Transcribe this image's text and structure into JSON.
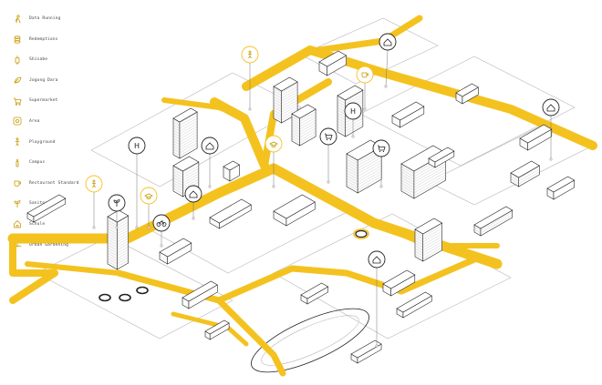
{
  "palette": {
    "road": "#F4C21F",
    "line": "#222222",
    "light_line": "#b8b8b8",
    "building_fill": "#ffffff",
    "background": "#ffffff"
  },
  "legend": {
    "items": [
      {
        "label": "Data Running",
        "icon": "runner-icon"
      },
      {
        "label": "Redemptions",
        "icon": "coin-stack-icon"
      },
      {
        "label": "Shisabe",
        "icon": "lantern-icon"
      },
      {
        "label": "Jogong Dara",
        "icon": "leaf-icon"
      },
      {
        "label": "Supermarket",
        "icon": "shopping-cart-icon"
      },
      {
        "label": "Area",
        "icon": "target-icon"
      },
      {
        "label": "Playground",
        "icon": "figure-icon"
      },
      {
        "label": "Campus",
        "icon": "candle-icon"
      },
      {
        "label": "Restaurant Standard",
        "icon": "cup-icon"
      },
      {
        "label": "Sanitorial",
        "icon": "plant-icon"
      },
      {
        "label": "Schule",
        "icon": "house-icon"
      },
      {
        "label": "Urban Gardening",
        "icon": "hands-icon"
      }
    ]
  },
  "map_pins": [
    {
      "name": "house-pin",
      "symbol": "house"
    },
    {
      "name": "hospital-pin",
      "symbol": "H"
    },
    {
      "name": "shopping-cart-pin",
      "symbol": "cart"
    },
    {
      "name": "bicycle-pin",
      "symbol": "bike"
    },
    {
      "name": "gardening-pin",
      "symbol": "plant"
    },
    {
      "name": "campus-pin",
      "symbol": "cap"
    },
    {
      "name": "playground-pin",
      "symbol": "figure"
    },
    {
      "name": "restaurant-pin",
      "symbol": "cup"
    }
  ],
  "pin_labels": {
    "hospital": "H"
  }
}
